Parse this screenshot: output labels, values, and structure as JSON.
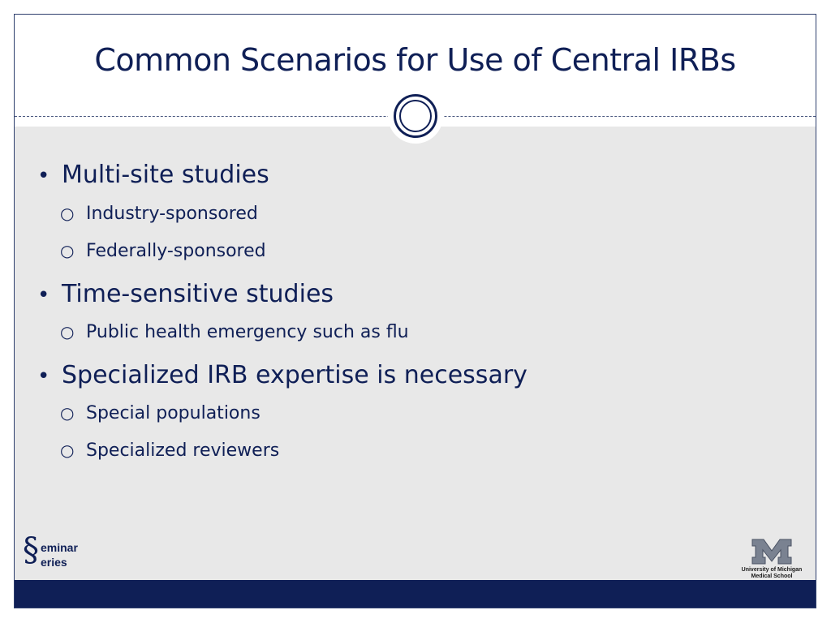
{
  "slide": {
    "title": "Common Scenarios for Use of Central IRBs",
    "bullets": [
      {
        "text": "Multi-site studies",
        "marker": "•",
        "sub": [
          {
            "text": "Industry-sponsored",
            "marker": "○"
          },
          {
            "text": "Federally-sponsored",
            "marker": "○"
          }
        ]
      },
      {
        "text": "Time-sensitive studies",
        "marker": "•",
        "sub": [
          {
            "text": "Public health emergency such as flu",
            "marker": "○"
          }
        ]
      },
      {
        "text": "Specialized IRB expertise is necessary",
        "marker": "•",
        "sub": [
          {
            "text": "Special populations",
            "marker": "○"
          },
          {
            "text": "Specialized reviewers",
            "marker": "○"
          }
        ]
      }
    ]
  },
  "footer": {
    "seminar_logo": {
      "symbol": "§",
      "line1": "eminar",
      "line2": "eries"
    },
    "um_logo": {
      "letter": "M",
      "line1": "University of Michigan",
      "line2": "Medical School"
    }
  },
  "colors": {
    "navy": "#0f1f56",
    "content_background": "#e8e8e8",
    "logo_gray": "#7a8291"
  }
}
